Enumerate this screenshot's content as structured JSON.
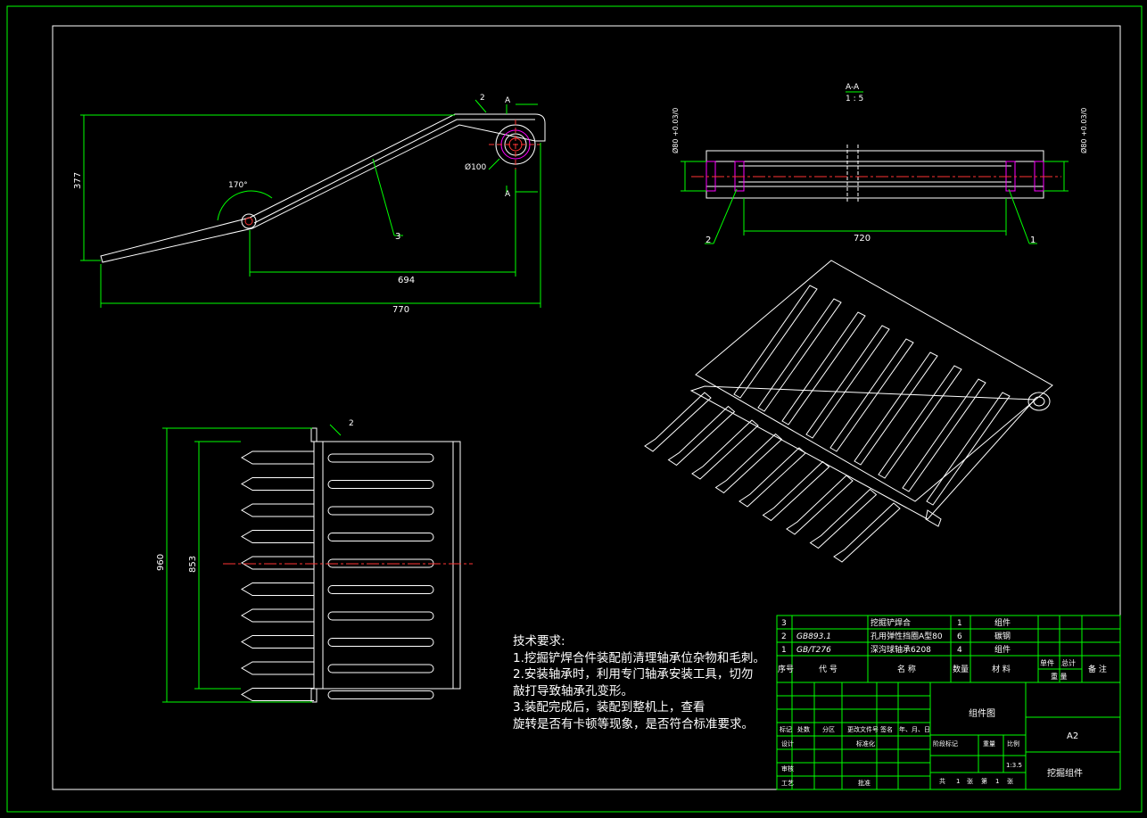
{
  "side_view": {
    "dim_height": "377",
    "dim_span": "694",
    "dim_total": "770",
    "dim_diameter": "Ø100",
    "angle": "170°",
    "part_callout": "3",
    "section_mark": "A",
    "weld_symbol": "2"
  },
  "section_view": {
    "title": "A-A",
    "scale": "1 : 5",
    "dim_length": "720",
    "fit_left": "Ø80 +0.03/0",
    "fit_right": "Ø80 +0.03/0",
    "callout_left": "2",
    "callout_right": "1"
  },
  "top_view": {
    "dim_outer": "960",
    "dim_inner": "853",
    "weld_symbol": "2"
  },
  "notes": {
    "heading": "技术要求:",
    "lines": [
      "1.挖掘铲焊合件装配前清理轴承位杂物和毛刺。",
      "2.安装轴承时，利用专门轴承安装工具，切勿",
      "敲打导致轴承孔变形。",
      "3.装配完成后，装配到整机上，查看",
      "旋转是否有卡顿等现象，是否符合标准要求。"
    ]
  },
  "bom": {
    "rows": [
      {
        "no": "3",
        "code": "",
        "name": "挖掘铲焊合",
        "qty": "1",
        "material": "组件"
      },
      {
        "no": "2",
        "code": "GB893.1",
        "name": "孔用弹性挡圈A型80",
        "qty": "6",
        "material": "碳钢"
      },
      {
        "no": "1",
        "code": "GB/T276",
        "name": "深沟球轴承6208",
        "qty": "4",
        "material": "组件"
      }
    ],
    "header": {
      "no": "序号",
      "code": "代 号",
      "name": "名 称",
      "qty": "数量",
      "material": "材 料",
      "unit": "单件",
      "total": "总计",
      "weight": "重 量",
      "remark": "备 注"
    }
  },
  "title_block": {
    "drawing_type": "组件图",
    "paper": "A2",
    "part_name": "挖掘组件",
    "scale": "1:3.5",
    "labels": {
      "mark": "标记",
      "count": "处数",
      "zone": "分区",
      "change_doc": "更改文件号",
      "sign": "签名",
      "date": "年、月、日",
      "design": "设计",
      "std": "标准化",
      "review": "审核",
      "process": "工艺",
      "approve": "批准",
      "stage_mark": "阶段标记",
      "weight": "重量",
      "ratio": "比例",
      "sheets_total": "共",
      "sheets_unit": "张",
      "sheet_no": "第",
      "sheets_total_value": "1",
      "sheet_no_value": "1"
    }
  },
  "colors": {
    "background": "#000000",
    "frame": "#00ff00",
    "outline": "#ffffff",
    "centerline": "#ff0000",
    "bearing": "#ff00ff"
  }
}
